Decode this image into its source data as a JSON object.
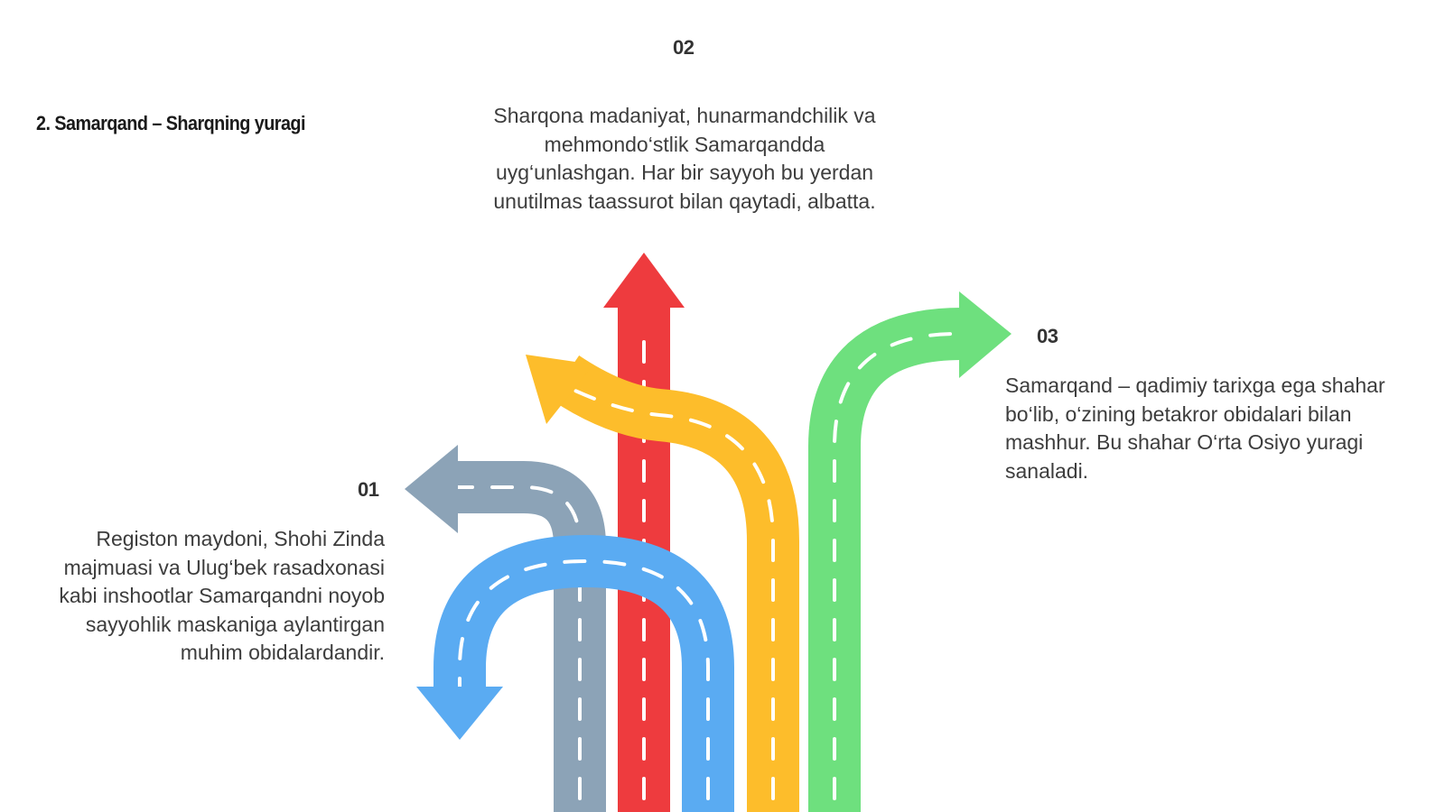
{
  "title": "2. Samarqand – Sharqning yuragi",
  "items": [
    {
      "number": "01",
      "text": "Registon maydoni, Shohi Zinda majmuasi va Ulug‘bek rasadxonasi kabi inshootlar Samarqandni noyob sayyohlik maskaniga aylantirgan muhim obidalardandir."
    },
    {
      "number": "02",
      "text": "Sharqona madaniyat, hunarmandchilik va mehmondo‘stlik Samarqandda uyg‘unlashgan. Har bir sayyoh bu yerdan unutilmas taassurot bilan qaytadi, albatta."
    },
    {
      "number": "03",
      "text": "Samarqand – qadimiy tarixga ega shahar bo‘lib, o‘zining betakror obidalari bilan mashhur. Bu shahar O‘rta Osiyo yuragi sanaladi."
    }
  ],
  "colors": {
    "gray_arrow": "#8ca3b7",
    "red_arrow": "#ee3b3e",
    "yellow_arrow": "#fdbd2b",
    "green_arrow": "#6ee07e",
    "blue_arrow": "#5aabf2",
    "lane_marks": "#ffffff"
  },
  "icons": {
    "diagram": "diverging-road-arrows"
  }
}
